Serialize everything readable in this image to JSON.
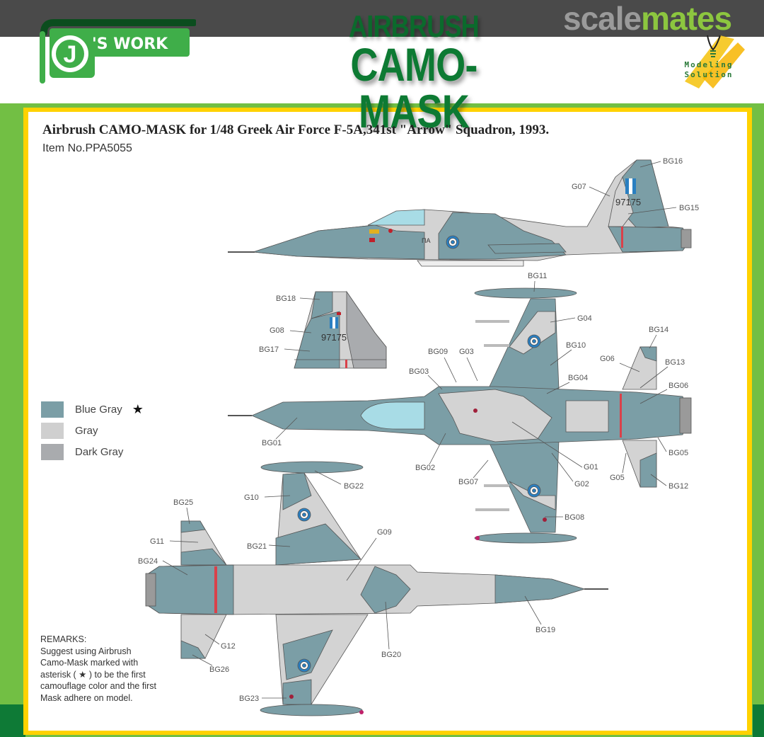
{
  "header": {
    "brand_logo": "J's WORK",
    "brand_logo_j": "J",
    "brand_logo_rest": "'S WORK",
    "product_line1": "AIRBRUSH",
    "product_line2": "CAMO-MASK",
    "watermark_part1": "scale",
    "watermark_part2": "mates",
    "tagline_line1": "Modeling",
    "tagline_line2": "Solution"
  },
  "document": {
    "title": "Airbrush CAMO-MASK for 1/48 Greek Air Force F-5A,341st \"Arrow\" Squadron, 1993.",
    "item_number": "Item No.PPA5055",
    "serial_number": "97175",
    "fuselage_marking": "ΠΑ"
  },
  "legend": {
    "items": [
      {
        "label": "Blue Gray",
        "color": "#7b9ea6",
        "first_color_marker": "★"
      },
      {
        "label": "Gray",
        "color": "#cfcfcf",
        "first_color_marker": ""
      },
      {
        "label": "Dark Gray",
        "color": "#a9abae",
        "first_color_marker": ""
      }
    ]
  },
  "remarks": {
    "heading": "REMARKS:",
    "lines": [
      "Suggest using Airbrush",
      "Camo-Mask marked with",
      "asterisk ( ★ ) to be the first",
      "camouflage color and the first",
      "Mask adhere on model."
    ]
  },
  "colors": {
    "blue_gray": "#7b9ea6",
    "gray": "#d3d3d3",
    "dark_gray": "#a9abae",
    "canopy": "#a8dce6",
    "roundel_blue": "#2a7fc1",
    "brand_green": "#0d7a33",
    "frame_green": "#72bf44",
    "frame_yellow": "#ffd200",
    "stripe_red": "#d9414a"
  },
  "mask_labels": {
    "side_view": [
      "BG16",
      "G07",
      "BG15"
    ],
    "fin_detail": [
      "BG18",
      "G08",
      "BG17"
    ],
    "top_view": [
      "BG11",
      "G04",
      "BG14",
      "BG10",
      "G06",
      "BG09",
      "G03",
      "BG13",
      "BG03",
      "BG04",
      "BG06",
      "BG01",
      "BG05",
      "BG02",
      "G01",
      "G05",
      "BG07",
      "G02",
      "BG12",
      "BG08"
    ],
    "bottom_view": [
      "BG22",
      "G10",
      "BG25",
      "G09",
      "G11",
      "BG21",
      "BG24",
      "BG19",
      "G12",
      "BG20",
      "BG26",
      "BG23"
    ]
  }
}
